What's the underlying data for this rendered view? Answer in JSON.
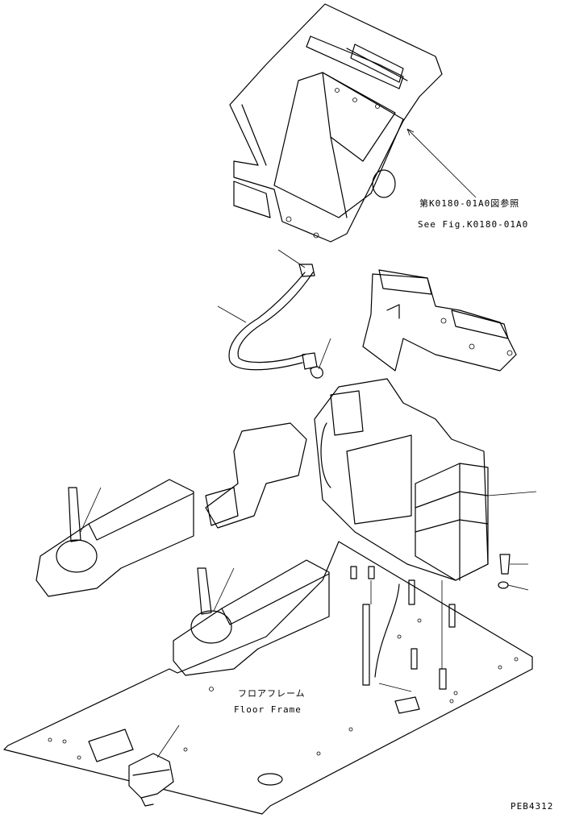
{
  "callouts": {
    "ref_jp": "第K0180-01A0図参照",
    "ref_en": "See Fig.K0180-01A0",
    "floor_jp": "フロアフレーム",
    "floor_en": "Floor Frame"
  },
  "drawing_code": "PEB4312"
}
